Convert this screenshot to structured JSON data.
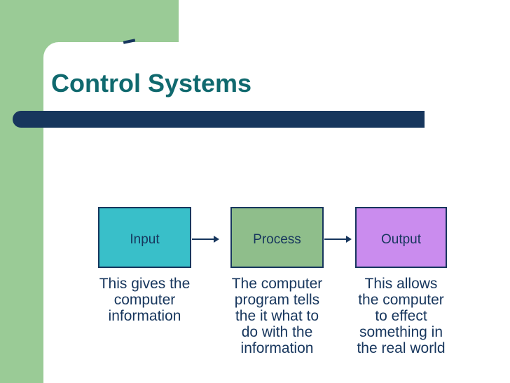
{
  "slide": {
    "title": "Control Systems",
    "colors": {
      "background_green": "#9ACB96",
      "accent_navy": "#17365D",
      "title_teal": "#10696E",
      "text_navy": "#17365D",
      "input_fill": "#39BFC9",
      "process_fill": "#8FBE8B",
      "output_fill": "#CA8CEE"
    },
    "diagram": {
      "nodes": [
        {
          "label": "Input",
          "description": "This gives the\ncomputer\ninformation"
        },
        {
          "label": "Process",
          "description": "The computer\nprogram tells\nthe it what to\ndo with the\ninformation"
        },
        {
          "label": "Output",
          "description": "This allows\nthe computer\nto effect\nsomething in\nthe real world"
        }
      ]
    }
  }
}
